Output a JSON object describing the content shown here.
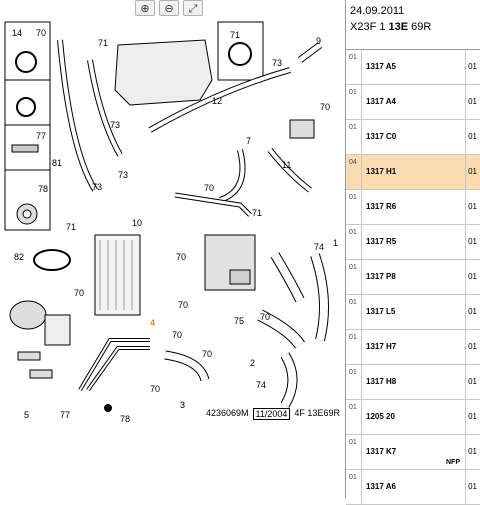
{
  "toolbar": {
    "buttons": [
      {
        "name": "zoom-in-button",
        "icon": "zoom-in-icon",
        "glyph": "⊕"
      },
      {
        "name": "zoom-out-button",
        "icon": "zoom-out-icon",
        "glyph": "⊖"
      },
      {
        "name": "zoom-fit-button",
        "icon": "zoom-fit-icon",
        "glyph": "⤢"
      }
    ]
  },
  "diagram": {
    "callouts": [
      "14",
      "70",
      "71",
      "9",
      "73",
      "71",
      "12",
      "73",
      "70",
      "77",
      "7",
      "11",
      "81",
      "73",
      "73",
      "70",
      "71",
      "78",
      "10",
      "71",
      "82",
      "70",
      "70",
      "74",
      "1",
      "70",
      "4",
      "70",
      "70",
      "75",
      "2",
      "74",
      "70",
      "70",
      "3",
      "5",
      "77",
      "78"
    ],
    "highlight_callout": "4",
    "doc_number": "4236069M",
    "doc_date": "11/2004",
    "doc_code": "4F 13E69R"
  },
  "header": {
    "date": "24.09.2011",
    "model_prefix": "X23F 1",
    "model_bold": "13E",
    "model_suffix": "69R"
  },
  "parts": [
    {
      "idx": "01",
      "ref": "1317 A5",
      "qty": "01",
      "note": ""
    },
    {
      "idx": "01",
      "ref": "1317 A4",
      "qty": "01",
      "note": ""
    },
    {
      "idx": "01",
      "ref": "1317 C0",
      "qty": "01",
      "note": ""
    },
    {
      "idx": "04",
      "ref": "1317 H1",
      "qty": "01",
      "note": ""
    },
    {
      "idx": "01",
      "ref": "1317 R6",
      "qty": "01",
      "note": ""
    },
    {
      "idx": "01",
      "ref": "1317 R5",
      "qty": "01",
      "note": ""
    },
    {
      "idx": "01",
      "ref": "1317 P8",
      "qty": "01",
      "note": ""
    },
    {
      "idx": "01",
      "ref": "1317 L5",
      "qty": "01",
      "note": ""
    },
    {
      "idx": "01",
      "ref": "1317 H7",
      "qty": "01",
      "note": ""
    },
    {
      "idx": "01",
      "ref": "1317 H8",
      "qty": "01",
      "note": ""
    },
    {
      "idx": "01",
      "ref": "1205 20",
      "qty": "01",
      "note": ""
    },
    {
      "idx": "01",
      "ref": "1317 K7",
      "qty": "01",
      "note": "NFP"
    },
    {
      "idx": "01",
      "ref": "1317 A6",
      "qty": "01",
      "note": ""
    }
  ],
  "selected_index": 3,
  "colors": {
    "selected_row": "#f9ddb0",
    "highlight": "#c7920e"
  }
}
